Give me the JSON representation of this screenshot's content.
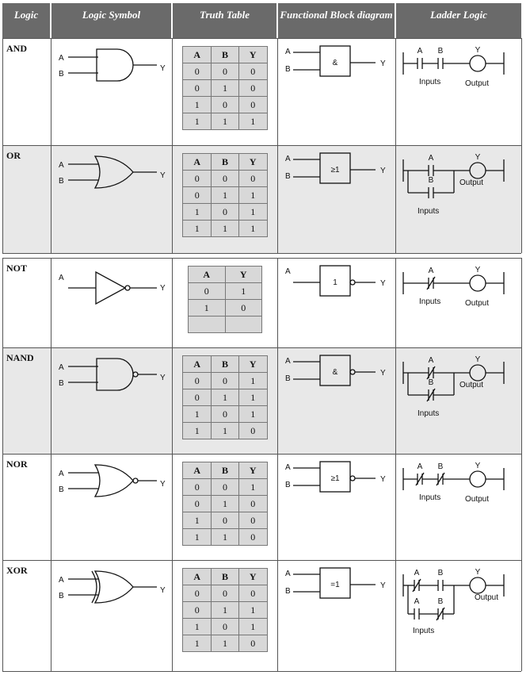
{
  "headers": {
    "logic": "Logic",
    "symbol": "Logic Symbol",
    "truth": "Truth Table",
    "fbd": "Functional Block diagram",
    "ladder": "Ladder Logic"
  },
  "labels": {
    "a": "A",
    "b": "B",
    "y": "Y",
    "inputs": "Inputs",
    "output": "Output"
  },
  "gates": [
    {
      "name": "AND",
      "fbd_symbol": "&",
      "truth": {
        "headers": [
          "A",
          "B",
          "Y"
        ],
        "rows": [
          [
            "0",
            "0",
            "0"
          ],
          [
            "0",
            "1",
            "0"
          ],
          [
            "1",
            "0",
            "0"
          ],
          [
            "1",
            "1",
            "1"
          ]
        ]
      }
    },
    {
      "name": "OR",
      "fbd_symbol": "≥1",
      "truth": {
        "headers": [
          "A",
          "B",
          "Y"
        ],
        "rows": [
          [
            "0",
            "0",
            "0"
          ],
          [
            "0",
            "1",
            "1"
          ],
          [
            "1",
            "0",
            "1"
          ],
          [
            "1",
            "1",
            "1"
          ]
        ]
      }
    },
    {
      "name": "NOT",
      "fbd_symbol": "1",
      "truth": {
        "headers": [
          "A",
          "Y"
        ],
        "rows": [
          [
            "0",
            "1"
          ],
          [
            "1",
            "0"
          ],
          [
            "",
            ""
          ]
        ]
      }
    },
    {
      "name": "NAND",
      "fbd_symbol": "&",
      "truth": {
        "headers": [
          "A",
          "B",
          "Y"
        ],
        "rows": [
          [
            "0",
            "0",
            "1"
          ],
          [
            "0",
            "1",
            "1"
          ],
          [
            "1",
            "0",
            "1"
          ],
          [
            "1",
            "1",
            "0"
          ]
        ]
      }
    },
    {
      "name": "NOR",
      "fbd_symbol": "≥1",
      "truth": {
        "headers": [
          "A",
          "B",
          "Y"
        ],
        "rows": [
          [
            "0",
            "0",
            "1"
          ],
          [
            "0",
            "1",
            "0"
          ],
          [
            "1",
            "0",
            "0"
          ],
          [
            "1",
            "1",
            "0"
          ]
        ]
      }
    },
    {
      "name": "XOR",
      "fbd_symbol": "=1",
      "truth": {
        "headers": [
          "A",
          "B",
          "Y"
        ],
        "rows": [
          [
            "0",
            "0",
            "0"
          ],
          [
            "0",
            "1",
            "1"
          ],
          [
            "1",
            "0",
            "1"
          ],
          [
            "1",
            "1",
            "0"
          ]
        ]
      }
    }
  ]
}
